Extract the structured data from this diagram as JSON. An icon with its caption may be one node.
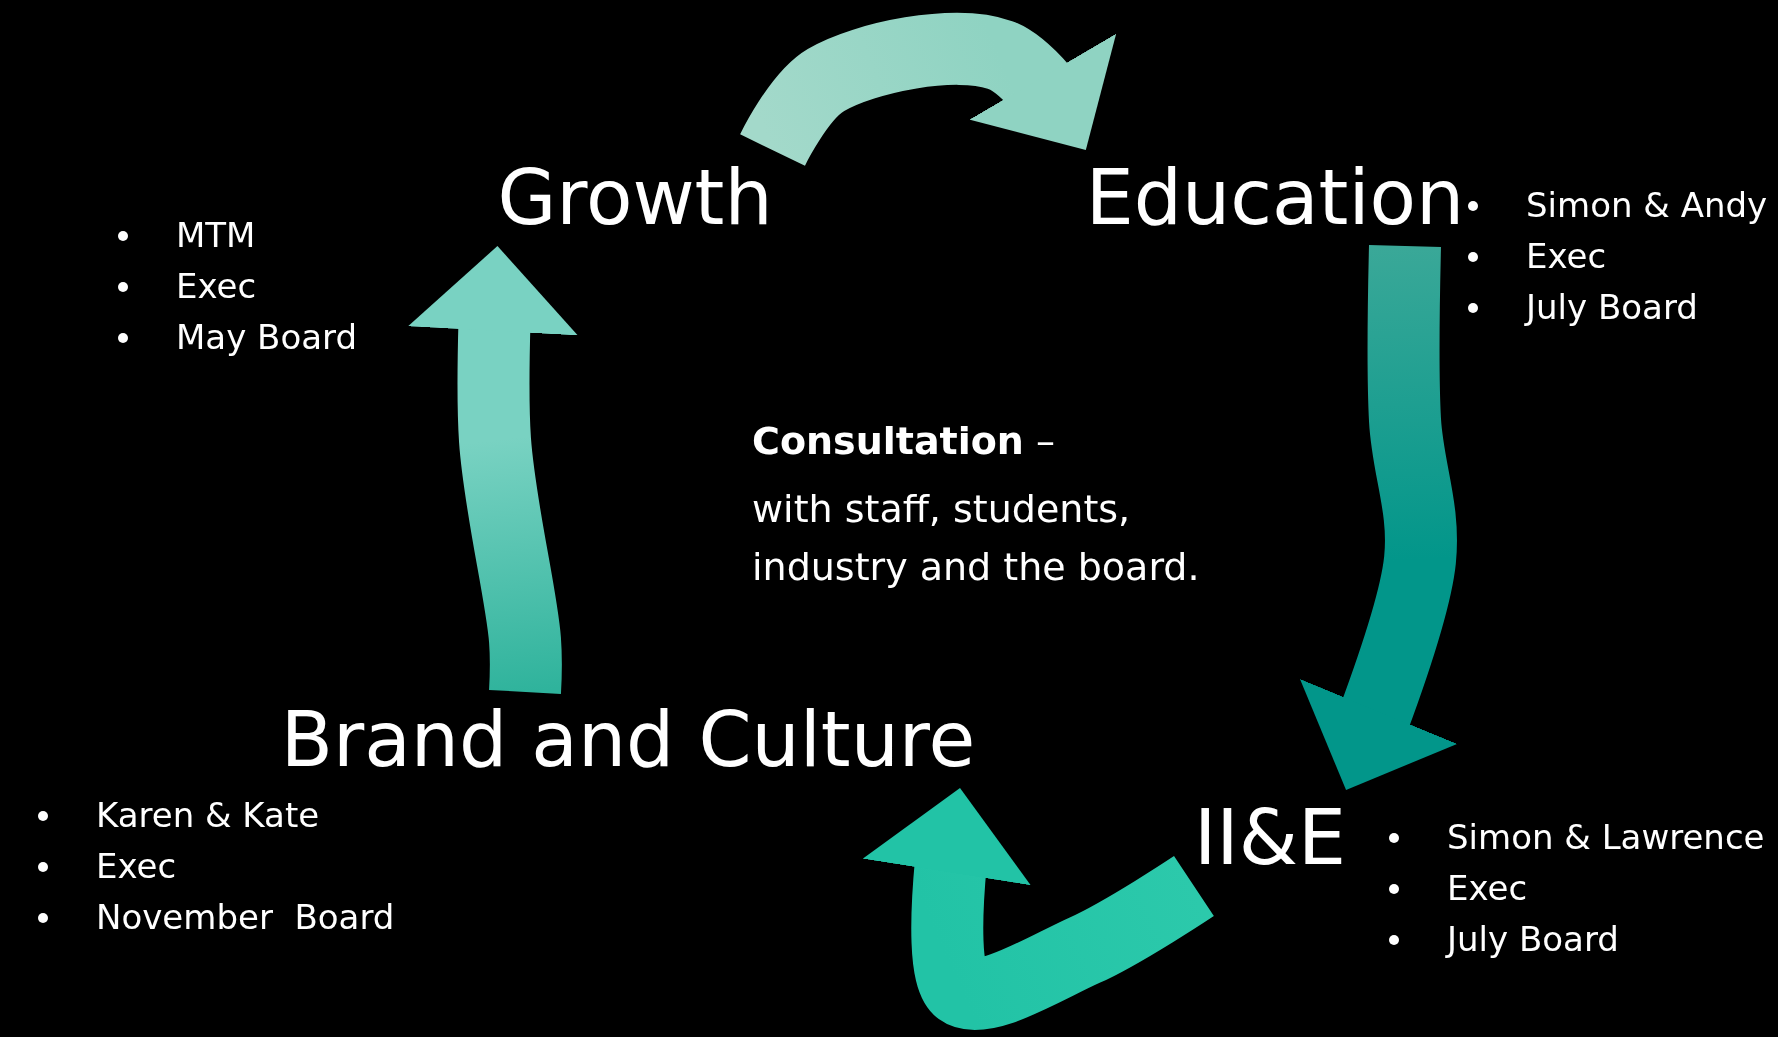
{
  "diagram": {
    "nodes": [
      {
        "text": [
          "Growth"
        ],
        "beside": [
          "MTM",
          "Exec",
          "May Board"
        ]
      },
      {
        "text": [
          "Education"
        ],
        "beside": [
          "Simon & Andy",
          "Exec",
          "July Board"
        ]
      },
      {
        "text": [
          "II&E"
        ],
        "beside": [
          "Simon & Lawrence",
          "Exec",
          "July Board"
        ]
      },
      {
        "text": [
          "Brand and Culture"
        ],
        "beside": [
          "Karen & Kate",
          "Exec",
          "November  Board"
        ]
      }
    ],
    "edges": [
      {
        "from": 0,
        "to": 1,
        "arrow": "to"
      },
      {
        "from": 1,
        "to": 2,
        "arrow": "to"
      },
      {
        "from": 2,
        "to": 3,
        "arrow": "to"
      },
      {
        "from": 3,
        "to": 0,
        "arrow": "to"
      }
    ],
    "labels": [
      "**Consultation** –",
      "with staff, students, industry and the board."
    ]
  }
}
